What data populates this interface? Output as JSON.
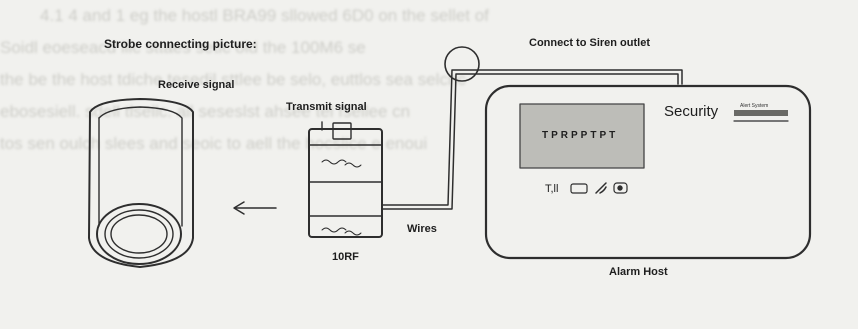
{
  "background_lines": [
    "4.1    4 and 1 eg the hostl BRA99 sllowed 6D0 on the sellet of",
    "Soidl eoeseacd llic sttaes setic oid the 100M6 se",
    "the be the host tdiche tesedil sttlee be selo, euttlos sea selchc",
    "ebosesiell. sdell tlsellc. all seseslst ahsee tel fsellee cn",
    "tos sen oulch slees and seoic to aell the hocslice e enoui"
  ],
  "diagram": {
    "title": "Strobe connecting picture:",
    "labels": {
      "receive": "Receive  signal",
      "transmit": "Transmit  signal",
      "connect": "Connect to Siren outlet",
      "wires": "Wires",
      "transmitter_name": "10RF",
      "host_name": "Alarm Host"
    },
    "host": {
      "brand": "Security",
      "tag": "Alert System",
      "display_text": "TPRPPTPT",
      "keypad": "T,ll"
    },
    "colors": {
      "ink": "#1e1e1e",
      "line": "#3a3a3a",
      "screen": "#bdbdb8"
    }
  }
}
